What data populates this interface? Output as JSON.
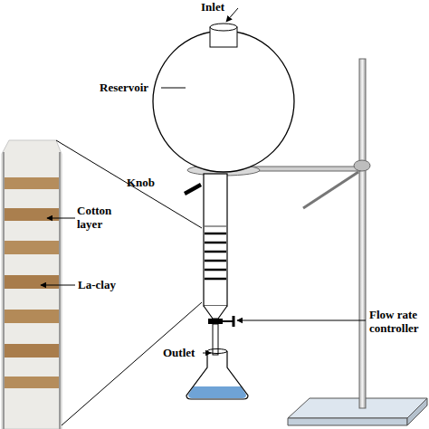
{
  "diagram": {
    "labels": [
      "Inlet",
      "Reservoir",
      "Knob",
      "Cotton layer",
      "La-clay",
      "Flow rate controller",
      "Outlet"
    ]
  }
}
